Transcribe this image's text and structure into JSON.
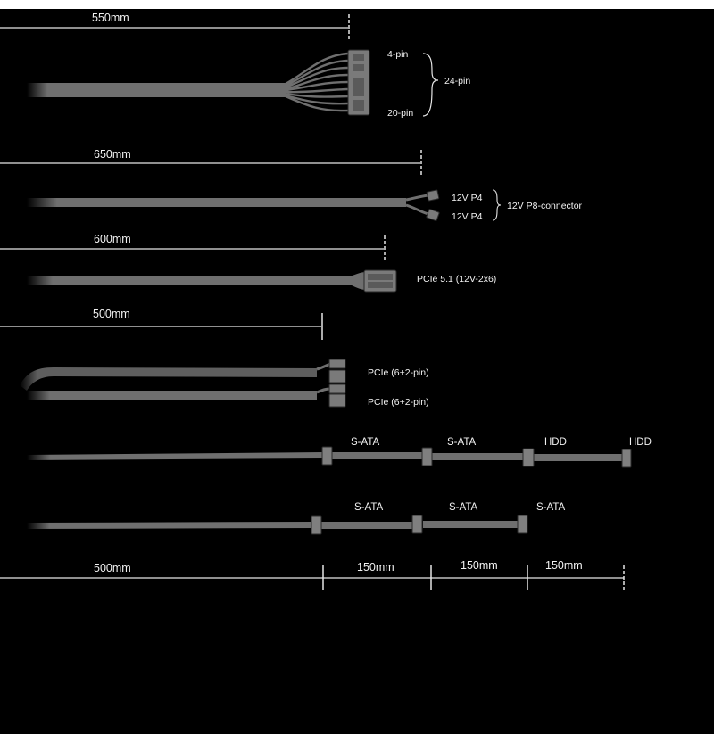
{
  "colors": {
    "background": "#000000",
    "cable": "#6f6f6f",
    "cable_dark": "#4a4a4a",
    "dimension_line": "#e6e6e6",
    "text": "#f2f2f2"
  },
  "cables": {
    "atx": {
      "length": "550mm",
      "connector_top": "4-pin",
      "connector_bottom": "20-pin",
      "connector_group": "24-pin"
    },
    "cpu": {
      "length": "650mm",
      "connector_1": "12V P4",
      "connector_2": "12V P4",
      "connector_group": "12V P8-connector"
    },
    "pcie5": {
      "length": "600mm",
      "connector": "PCIe 5.1 (12V-2x6)"
    },
    "pcie": {
      "length": "500mm",
      "connector_1": "PCIe (6+2-pin)",
      "connector_2": "PCIe (6+2-pin)"
    },
    "sata_hdd": {
      "connector_1": "S-ATA",
      "connector_2": "S-ATA",
      "connector_3": "HDD",
      "connector_4": "HDD"
    },
    "sata": {
      "connector_1": "S-ATA",
      "connector_2": "S-ATA",
      "connector_3": "S-ATA"
    }
  },
  "bottom_dimensions": {
    "segment_1": "500mm",
    "segment_2": "150mm",
    "segment_3": "150mm",
    "segment_4": "150mm"
  }
}
